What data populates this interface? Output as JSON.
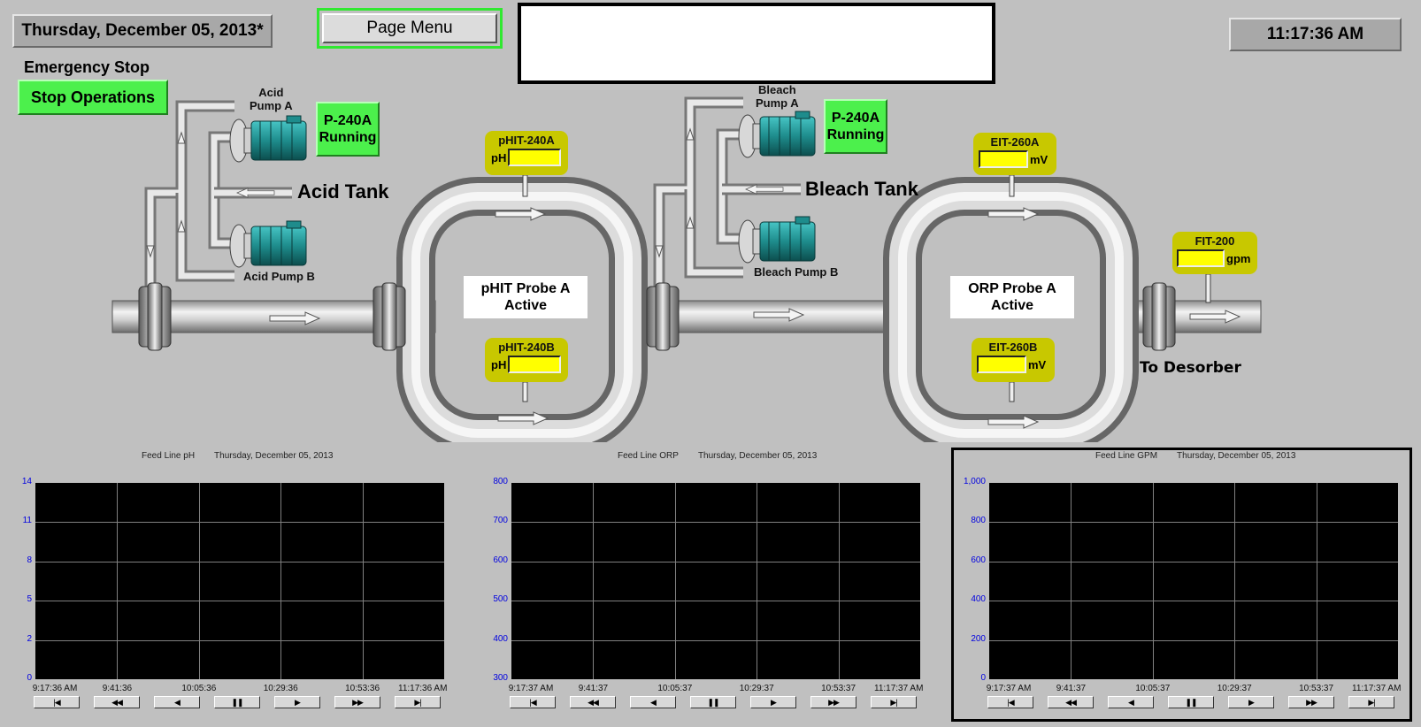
{
  "header": {
    "date": "Thursday, December 05, 2013*",
    "time": "11:17:36 AM",
    "page_menu_label": "Page Menu"
  },
  "emergency": {
    "label": "Emergency Stop",
    "button_label": "Stop Operations"
  },
  "acid": {
    "pump_a_label": [
      "Acid",
      "Pump A"
    ],
    "pump_b_label": "Acid Pump B",
    "tank_label": "Acid Tank",
    "status": [
      "P-240A",
      "Running"
    ]
  },
  "bleach": {
    "pump_a_label": [
      "Bleach",
      "Pump A"
    ],
    "pump_b_label": "Bleach Pump B",
    "tank_label": "Bleach Tank",
    "status": [
      "P-240A",
      "Running"
    ]
  },
  "instruments": {
    "phit240a": {
      "tag": "pHIT-240A",
      "unit": "pH",
      "value": ""
    },
    "phit240b": {
      "tag": "pHIT-240B",
      "unit": "pH",
      "value": ""
    },
    "eit260a": {
      "tag": "EIT-260A",
      "unit": "mV",
      "value": ""
    },
    "eit260b": {
      "tag": "EIT-260B",
      "unit": "mV",
      "value": ""
    },
    "fit200": {
      "tag": "FIT-200",
      "unit": "gpm",
      "value": ""
    }
  },
  "probes": {
    "phit": [
      "pHIT Probe A",
      "Active"
    ],
    "orp": [
      "ORP Probe A",
      "Active"
    ]
  },
  "to_desorber": "To Desorber",
  "nav_buttons": [
    "|◀",
    "◀◀",
    "◀",
    "❚❚",
    "▶",
    "▶▶",
    "▶|"
  ],
  "colors": {
    "background": "#c0c0c0",
    "status_green": "#4cf04c",
    "instrument_olive": "#c8c800",
    "value_yellow": "#ffff00",
    "pump_teal": "#1e8c8c",
    "axis_blue": "#0000e0"
  },
  "chart_data": [
    {
      "type": "line",
      "title": "Feed Line pH",
      "date": "Thursday, December 05, 2013",
      "ylim": [
        0,
        14
      ],
      "y_ticks": [
        "14",
        "11",
        "8",
        "5",
        "2",
        "0"
      ],
      "x_ticks": [
        "9:17:36 AM",
        "9:41:36",
        "10:05:36",
        "10:29:36",
        "10:53:36",
        "11:17:36 AM"
      ],
      "series": [],
      "grid": true
    },
    {
      "type": "line",
      "title": "Feed Line ORP",
      "date": "Thursday, December 05, 2013",
      "ylim": [
        300,
        800
      ],
      "y_ticks": [
        "800",
        "700",
        "600",
        "500",
        "400",
        "300"
      ],
      "x_ticks": [
        "9:17:37 AM",
        "9:41:37",
        "10:05:37",
        "10:29:37",
        "10:53:37",
        "11:17:37 AM"
      ],
      "series": [],
      "grid": true
    },
    {
      "type": "line",
      "title": "Feed Line GPM",
      "date": "Thursday, December 05, 2013",
      "ylim": [
        0,
        1000
      ],
      "y_ticks": [
        "1,000",
        "800",
        "600",
        "400",
        "200",
        "0"
      ],
      "x_ticks": [
        "9:17:37 AM",
        "9:41:37",
        "10:05:37",
        "10:29:37",
        "10:53:37",
        "11:17:37 AM"
      ],
      "series": [],
      "grid": true
    }
  ]
}
